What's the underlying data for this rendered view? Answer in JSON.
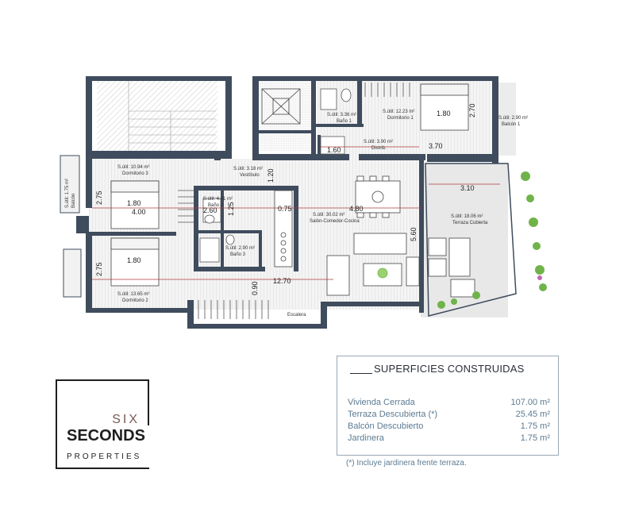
{
  "rooms": {
    "dormitorio1": {
      "area": "S.útil: 12.23 m²",
      "name": "Dormitorio 1"
    },
    "bano1": {
      "area": "S.útil: 3.36 m²",
      "name": "Baño 1"
    },
    "distrib": {
      "area": "S.útil: 3.90 m²",
      "name": "Distrib."
    },
    "balcon1": {
      "area": "S.útil: 2.90 m²",
      "name": "Balcón 1"
    },
    "dormitorio3": {
      "area": "S.útil: 10.94 m²",
      "name": "Dormitorio 3"
    },
    "vestibulo": {
      "area": "S.útil: 3.18 m²",
      "name": "Vestíbulo"
    },
    "bano2": {
      "area": "S.útil: 4.41 m²",
      "name": "Baño 2"
    },
    "salon": {
      "area": "S.útil: 30.02 m²",
      "name": "Salón-Comedor-Cocina"
    },
    "terraza": {
      "area": "S.útil: 18.06 m²",
      "name": "Terraza Cubierta"
    },
    "aseo": {
      "area": "S.útil: 2.90 m²",
      "name": "Baño 3"
    },
    "dormitorio2": {
      "area": "S.útil: 13.65 m²",
      "name": "Dormitorio 2"
    },
    "escalera": {
      "name": "Escalera"
    },
    "balcon2": {
      "area": "S.útil: 1.75 m²",
      "name": "Balcón"
    }
  },
  "dimensions": {
    "d1_width": "1.80",
    "d1_height": "2.70",
    "distrib": "1.60",
    "d1_bottom": "3.70",
    "d3_width": "1.80",
    "d3_length": "4.00",
    "d3_height": "2.75",
    "d2_height": "2.75",
    "d2_width": "1.80",
    "bath_w": "2.60",
    "bath_small": "1.25",
    "kitchen": "0.75",
    "salon_w": "4.80",
    "salon_h": "5.60",
    "terrace_w": "3.10",
    "total": "12.70",
    "bottom_small": "0.90",
    "vest_small": "1.20"
  },
  "logo": {
    "six": "SIX",
    "seconds": "SECONDS",
    "properties": "PROPERTIES"
  },
  "superficies": {
    "title": "SUPERFICIES CONSTRUIDAS",
    "rows": [
      {
        "label": "Vivienda Cerrada",
        "value": "107.00 m²"
      },
      {
        "label": "Terraza Descubierta (*)",
        "value": "25.45 m²"
      },
      {
        "label": "Balcón Descubierto",
        "value": "1.75 m²"
      },
      {
        "label": "Jardinera",
        "value": "1.75 m²"
      }
    ],
    "note": "(*) Incluye jardinera frente terraza."
  },
  "colors": {
    "wall": "#3f4c5d",
    "floor": "#f1f1f1",
    "terrace": "#e7e7e7",
    "dimension": "#b23b3b",
    "plants": "#6fb34a",
    "text_accent": "#5b7b93"
  }
}
